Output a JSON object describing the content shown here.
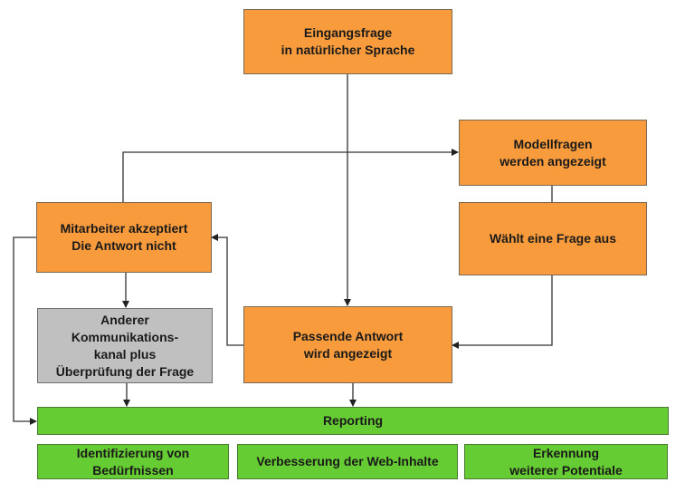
{
  "colors": {
    "process": "#F89B3C",
    "reporting": "#66CC33",
    "fallback": "#C0C0C0"
  },
  "nodes": {
    "input_question": "Eingangsfrage\nin natürlicher Sprache",
    "model_questions": "Modellfragen\nwerden angezeigt",
    "select_question": "Wählt eine Frage aus",
    "employee_rejects": "Mitarbeiter akzeptiert\nDie Antwort nicht",
    "other_channel": "Anderer\nKommunikations-\nkanal plus\nÜberprüfung der Frage",
    "matching_answer": "Passende Antwort\nwird angezeigt",
    "reporting": "Reporting",
    "identify_needs": "Identifizierung von\nBedürfnissen",
    "improve_web": "Verbesserung der Web-Inhalte",
    "recognize_potential": "Erkennung\nweiterer Potentiale"
  }
}
